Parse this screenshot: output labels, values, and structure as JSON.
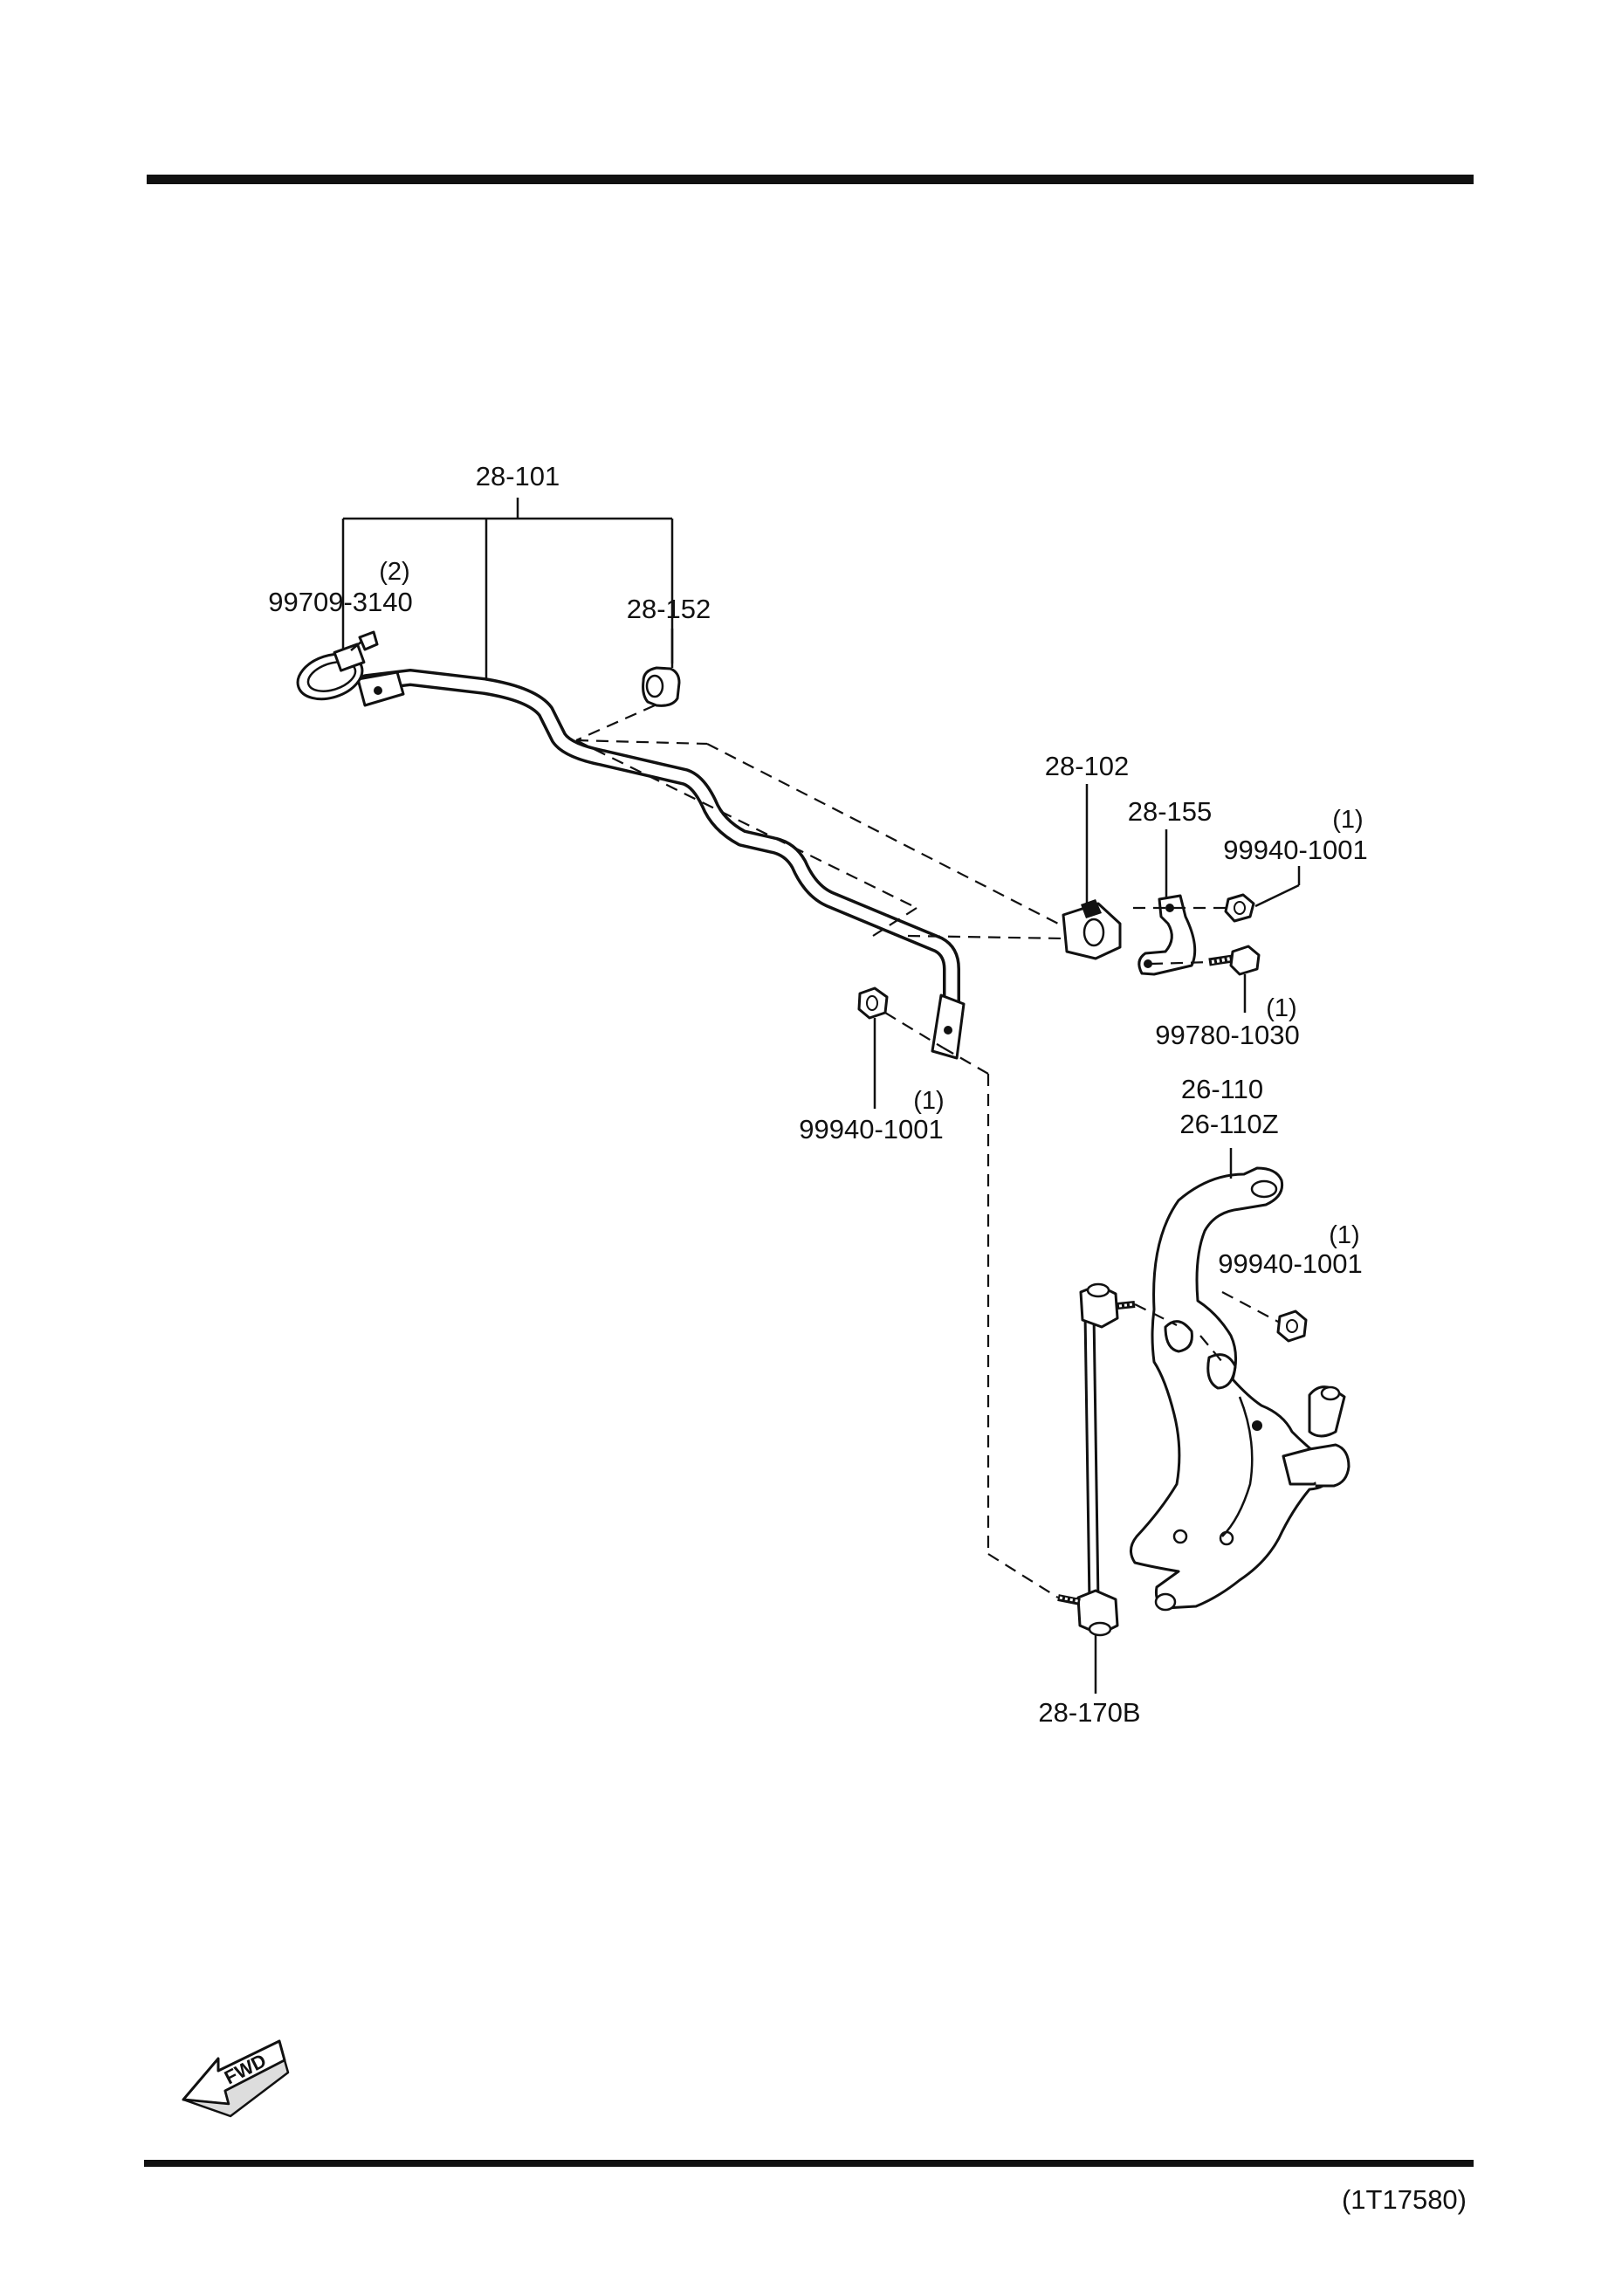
{
  "diagram": {
    "parts": {
      "stabilizer_assembly": "28-101",
      "clamp": "99709-3140",
      "clamp_qty": "(2)",
      "bushing": "28-152",
      "bushing_mount": "28-102",
      "bracket": "28-155",
      "nut_bracket": "99940-1001",
      "nut_bracket_qty": "(1)",
      "bolt_bracket": "99780-1030",
      "bolt_bracket_qty": "(1)",
      "nut_bar_end": "99940-1001",
      "nut_bar_end_qty": "(1)",
      "knuckle_1": "26-110",
      "knuckle_2": "26-110Z",
      "nut_knuckle": "99940-1001",
      "nut_knuckle_qty": "(1)",
      "control_link": "28-170B"
    },
    "direction_badge": "FWD",
    "diagram_code": "(1T17580)"
  }
}
